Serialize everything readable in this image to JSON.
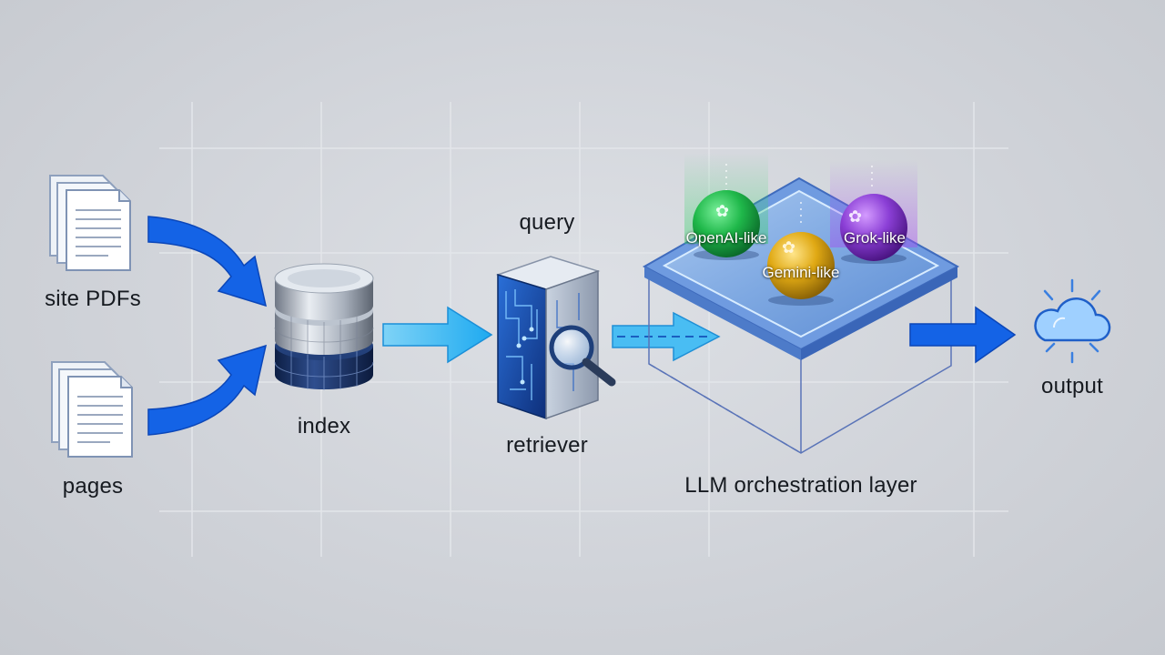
{
  "diagram": {
    "sources": [
      {
        "label": "site PDFs",
        "icon": "document-stack-icon"
      },
      {
        "label": "pages",
        "icon": "document-stack-icon"
      }
    ],
    "index": {
      "label": "index",
      "icon": "database-icon"
    },
    "query_label": "query",
    "retriever": {
      "label": "retriever",
      "icon": "server-magnifier-icon"
    },
    "orchestration": {
      "label": "LLM orchestration layer",
      "models": [
        {
          "label": "OpenAI-like",
          "color": "#1fb84a"
        },
        {
          "label": "Gemini-like",
          "color": "#e0a914"
        },
        {
          "label": "Grok-like",
          "color": "#8b3fd6"
        }
      ]
    },
    "output": {
      "label": "output",
      "icon": "cloud-icon"
    }
  },
  "colors": {
    "arrow": "#1463e6",
    "arrow_light": "#3db5f0",
    "accent": "#2f7ee8"
  }
}
